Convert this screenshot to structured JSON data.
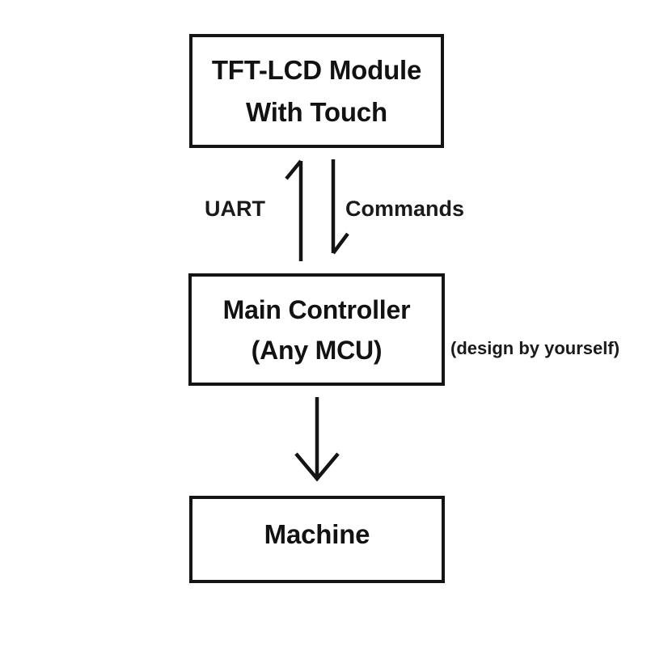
{
  "diagram": {
    "title": "TFT-LCD Module system block diagram",
    "background_color": "#ffffff",
    "stroke_color": "#141414",
    "text_color": "#121212",
    "nodes": [
      {
        "id": "lcd",
        "lines": [
          "TFT-LCD Module",
          "With Touch"
        ],
        "line1": "TFT-LCD Module",
        "line2": "With Touch"
      },
      {
        "id": "mcu",
        "lines": [
          "Main Controller",
          "(Any MCU)"
        ],
        "line1": "Main Controller",
        "line2": "(Any MCU)"
      },
      {
        "id": "machine",
        "lines": [
          "Machine"
        ],
        "line1": "Machine"
      }
    ],
    "edges": [
      {
        "id": "uart",
        "label": "UART",
        "from": "mcu",
        "to": "lcd",
        "direction": "up",
        "arrowhead": "half-open-left"
      },
      {
        "id": "commands",
        "label": "Commands",
        "from": "lcd",
        "to": "mcu",
        "direction": "down",
        "arrowhead": "half-open-right"
      },
      {
        "id": "mcu-to-machine",
        "label": "",
        "from": "mcu",
        "to": "machine",
        "direction": "down",
        "arrowhead": "open-v"
      }
    ],
    "annotations": [
      {
        "id": "design-note",
        "text": "(design by yourself)"
      }
    ]
  }
}
